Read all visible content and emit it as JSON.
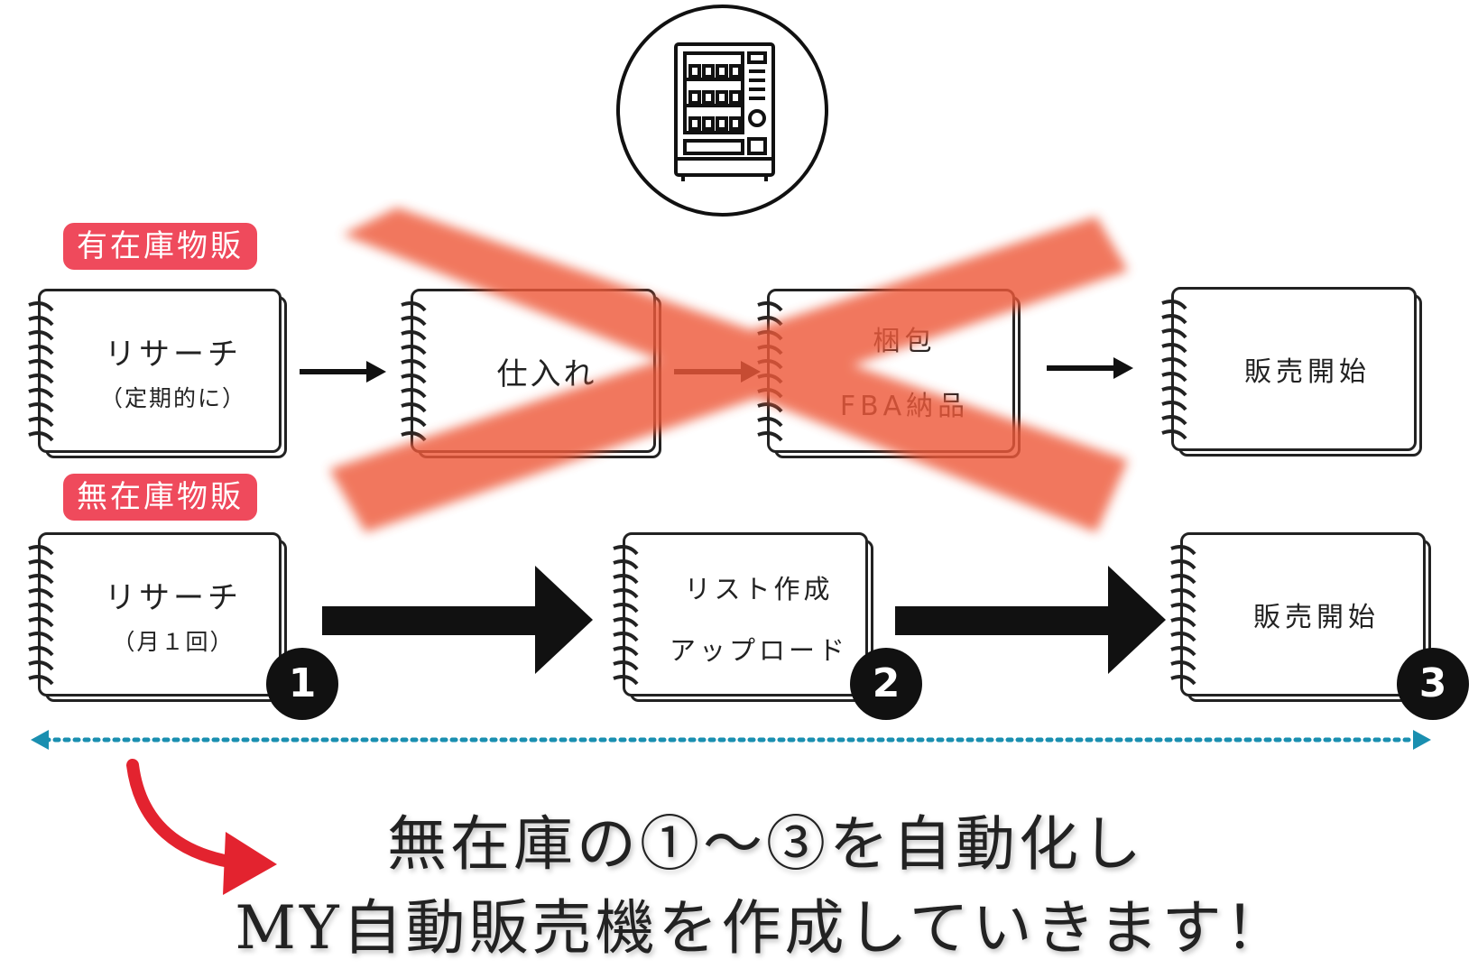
{
  "tags": {
    "stock": "有在庫物販",
    "nostock": "無在庫物販"
  },
  "top_row": [
    {
      "line1": "リサーチ",
      "line2": "（定期的に）"
    },
    {
      "line1": "仕入れ"
    },
    {
      "line1": "梱包",
      "line2": "FBA納品"
    },
    {
      "line1": "販売開始"
    }
  ],
  "bottom_row": [
    {
      "line1": "リサーチ",
      "line2": "（月１回）",
      "badge": "1"
    },
    {
      "line1": "リスト作成",
      "line2": "アップロード",
      "badge": "2"
    },
    {
      "line1": "販売開始",
      "badge": "3"
    }
  ],
  "headline": {
    "line1": "無在庫の①〜③を自動化し",
    "line2": "MY自動販売機を作成していきます！"
  },
  "colors": {
    "tag": "#ef4a5c",
    "cross": "#ee5a3a",
    "timeline": "#1a8fb0",
    "curved_arrow": "#e3232f",
    "icons": "#111111"
  },
  "icons": {
    "header": "vending-machine-icon",
    "cards": "spiral-notebook-icon"
  }
}
